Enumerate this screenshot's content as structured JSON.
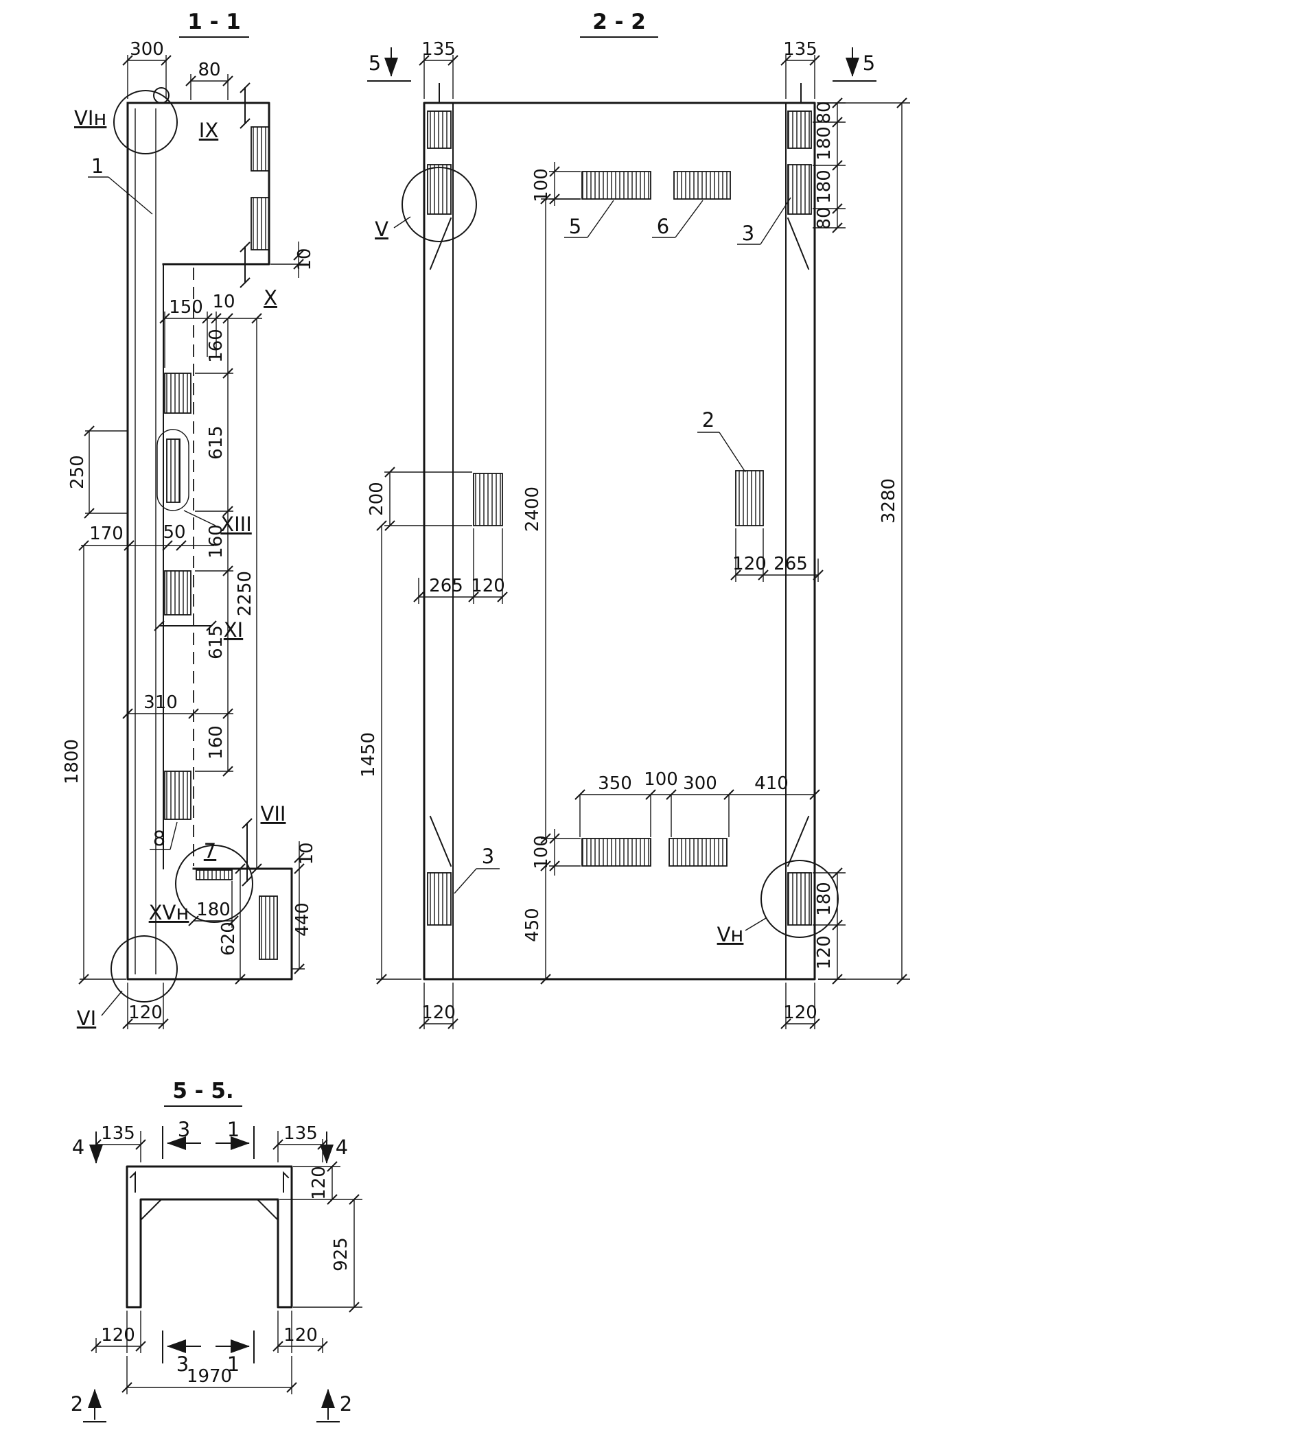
{
  "s11": {
    "title": "1 - 1",
    "d": {
      "w300": "300",
      "w80": "80",
      "t10": "10",
      "w150": "150",
      "w10": "10",
      "c160a": "160",
      "c615a": "615",
      "c160b": "160",
      "c615b": "615",
      "c160c": "160",
      "o2250": "2250",
      "l250": "250",
      "l170": "170",
      "l50": "50",
      "l1800": "1800",
      "m310": "310",
      "b180": "180",
      "b620": "620",
      "b440": "440",
      "b10": "10",
      "b120": "120"
    },
    "l": {
      "vin": "VIн",
      "n1": "1",
      "ix": "IX",
      "x": "X",
      "xiii": "XIII",
      "xi": "XI",
      "n8": "8",
      "n7": "7",
      "vii": "VII",
      "xvn": "XVн",
      "vi": "VI"
    }
  },
  "s22": {
    "title": "2 - 2",
    "d": {
      "tl135": "135",
      "tr135": "135",
      "r80a": "80",
      "r180a": "180",
      "r180b": "180",
      "r80b": "80",
      "h3280": "3280",
      "t100": "100",
      "l200": "200",
      "m2400": "2400",
      "l265": "265",
      "l120": "120",
      "r120": "120",
      "r265": "265",
      "l1450": "1450",
      "b350": "350",
      "b100": "100",
      "b300": "300",
      "b410": "410",
      "v100": "100",
      "v450": "450",
      "bl120": "120",
      "br120": "120",
      "rb180": "180",
      "rb120": "120"
    },
    "l": {
      "v": "V",
      "vn": "Vн",
      "n5": "5",
      "n6": "6",
      "n3t": "3",
      "n2": "2",
      "n3b": "3",
      "sec5l": "5",
      "sec5r": "5"
    }
  },
  "s55": {
    "title": "5 - 5.",
    "d": {
      "l135": "135",
      "r135": "135",
      "r120": "120",
      "r925": "925",
      "bl120": "120",
      "br120": "120",
      "w1970": "1970"
    },
    "l": {
      "s4l": "4",
      "s4r": "4",
      "s3t": "3",
      "s1t": "1",
      "s3b": "3",
      "s1b": "1",
      "s2l": "2",
      "s2r": "2"
    }
  }
}
